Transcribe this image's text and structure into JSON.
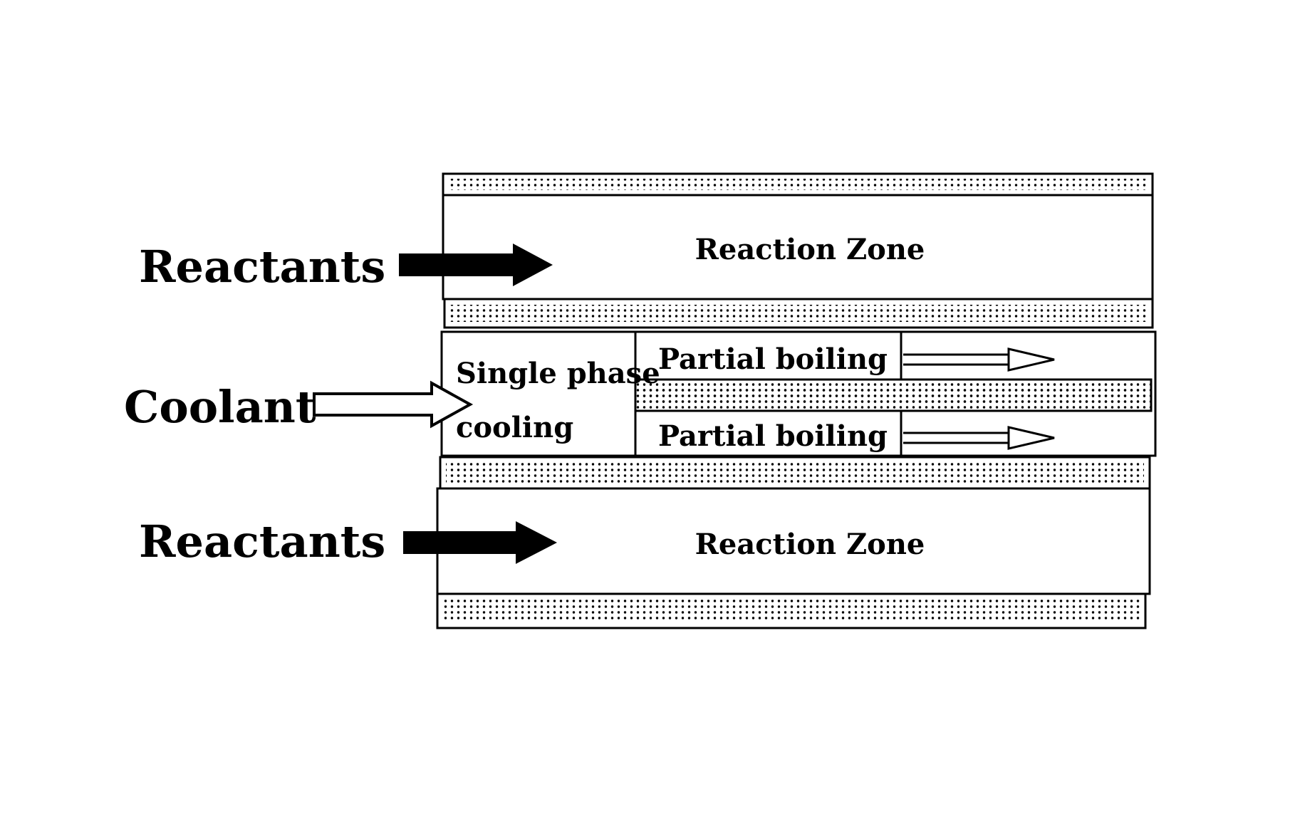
{
  "labels": {
    "reactants_top": "Reactants",
    "coolant": "Coolant",
    "reactants_bottom": "Reactants",
    "reaction_zone_top": "Reaction Zone",
    "reaction_zone_bottom": "Reaction Zone",
    "single_phase_line1": "Single phase",
    "single_phase_line2": "cooling",
    "partial_boiling_top": "Partial boiling",
    "partial_boiling_bottom": "Partial boiling"
  }
}
